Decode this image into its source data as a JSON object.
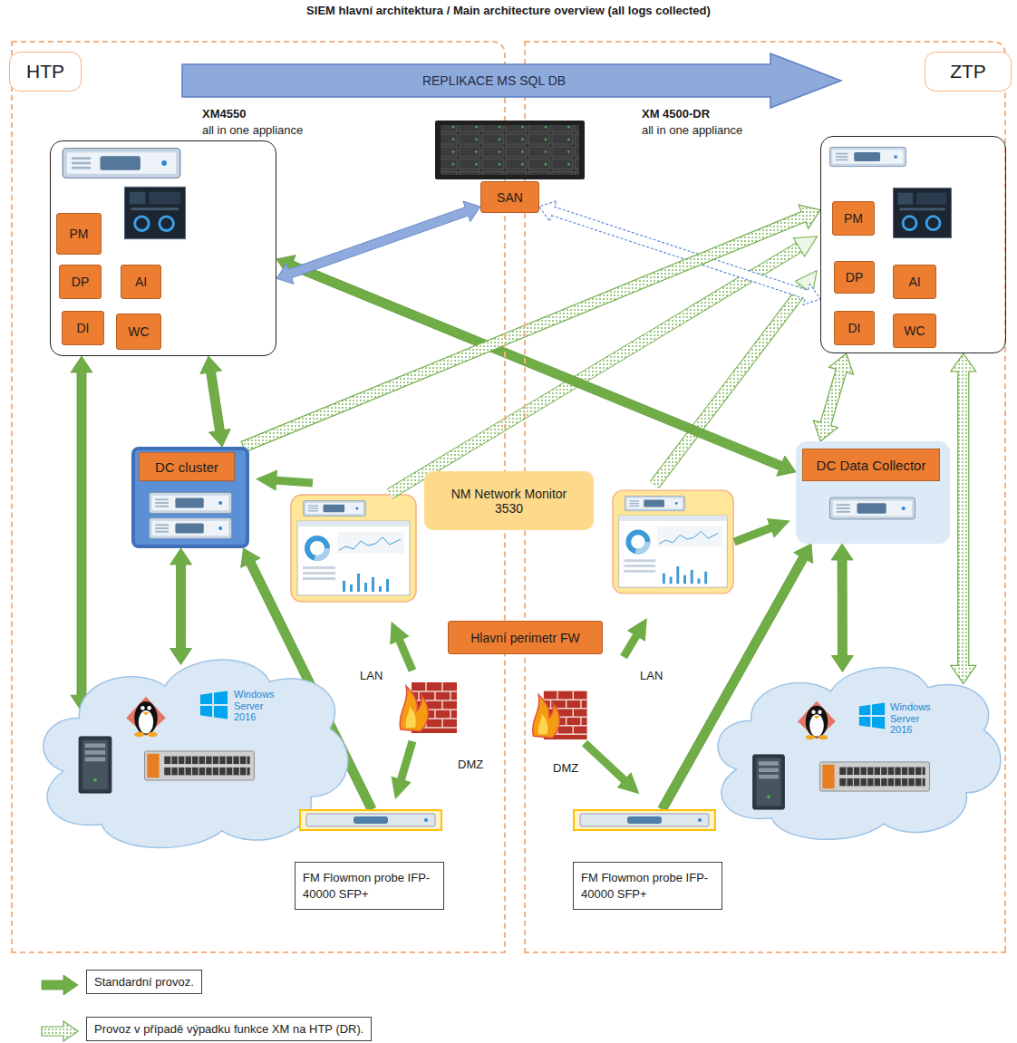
{
  "diagram": {
    "title": "SIEM hlavní architektura / Main architecture overview (all logs collected)",
    "nodes": [
      {
        "text": [
          "HTP"
        ]
      },
      {
        "text": [
          "ZTP"
        ]
      },
      {
        "text": [
          "REPLIKACE MS SQL DB"
        ]
      },
      {
        "text": [
          "XM4550",
          "all in one appliance"
        ],
        "in": 0
      },
      {
        "text": [
          "PM"
        ],
        "in": 3
      },
      {
        "text": [
          "DP"
        ],
        "in": 3
      },
      {
        "text": [
          "AI"
        ],
        "in": 3
      },
      {
        "text": [
          "DI"
        ],
        "in": 3
      },
      {
        "text": [
          "WC"
        ],
        "in": 3
      },
      {
        "text": [
          "SAN"
        ]
      },
      {
        "text": [
          "XM 4500-DR",
          "all in one appliance"
        ],
        "in": 1
      },
      {
        "text": [
          "PM"
        ],
        "in": 10
      },
      {
        "text": [
          "DP"
        ],
        "in": 10
      },
      {
        "text": [
          "AI"
        ],
        "in": 10
      },
      {
        "text": [
          "DI"
        ],
        "in": 10
      },
      {
        "text": [
          "WC"
        ],
        "in": 10
      },
      {
        "text": [
          "DC cluster"
        ],
        "in": 0
      },
      {
        "text": [
          "NM Network Monitor 3530"
        ]
      },
      {
        "text": [
          "DC Data Collector"
        ],
        "in": 1
      },
      {
        "text": [
          "Hlavní perimetr FW"
        ]
      },
      {
        "text": [
          "Windows Server 2016"
        ],
        "in": 0
      },
      {
        "text": [
          "Windows Server 2016"
        ],
        "in": 1
      },
      {
        "text": [
          "FM Flowmon probe IFP-40000 SFP+"
        ],
        "in": 0
      },
      {
        "text": [
          "FM Flowmon probe IFP-40000 SFP+"
        ],
        "in": 1
      }
    ],
    "edges": [
      {
        "from": 3,
        "to": 16,
        "arrow": "both"
      },
      {
        "from": 3,
        "to": 20,
        "arrow": "both"
      },
      {
        "from": 16,
        "to": 20,
        "arrow": "both"
      },
      {
        "from": 22,
        "to": 16,
        "arrow": "to"
      },
      {
        "from": 3,
        "to": 18,
        "arrow": "both"
      },
      {
        "from": 9,
        "to": 3,
        "arrow": "both"
      },
      {
        "from": 9,
        "to": 10,
        "arrow": "both"
      },
      {
        "from": 16,
        "to": 10,
        "arrow": "to"
      },
      {
        "from": 10,
        "to": 18,
        "arrow": "both"
      },
      {
        "from": 10,
        "to": 21,
        "arrow": "both"
      },
      {
        "from": 18,
        "to": 21,
        "arrow": "both"
      },
      {
        "from": 23,
        "to": 18,
        "arrow": "to"
      }
    ],
    "labels": [
      "LAN",
      "DMZ",
      "LAN",
      "DMZ"
    ],
    "legend": [
      {
        "text": "Standardní provoz."
      },
      {
        "text": "Provoz v případě výpadku funkce XM na HTP (DR)."
      }
    ]
  }
}
